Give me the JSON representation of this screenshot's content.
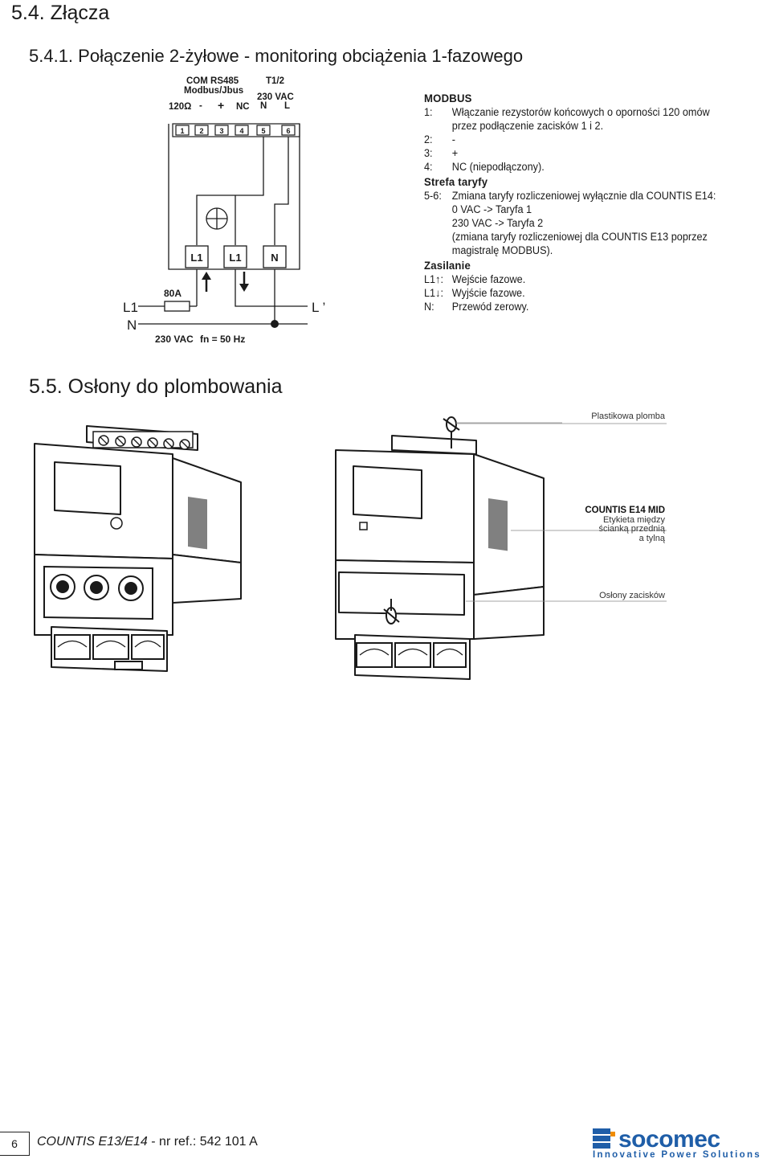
{
  "headings": {
    "h1": "5.4. Złącza",
    "h2": "5.4.1. Połączenie 2-żyłowe - monitoring obciążenia 1-fazowego",
    "h3": "5.5. Osłony do plombowania"
  },
  "diagram": {
    "com_label": "COM RS485",
    "modbus_label": "Modbus/Jbus",
    "t12_label": "T1/2",
    "vac_top": "230 VAC",
    "ohm": "120Ω",
    "minus": "-",
    "plus": "+",
    "nc": "NC",
    "n_small": "N",
    "l_small": "L",
    "terminals": [
      "1",
      "2",
      "3",
      "4",
      "5",
      "6"
    ],
    "l1_a": "L1",
    "l1_b": "L1",
    "n_box": "N",
    "fuse": "80A",
    "line_l1": "L1",
    "line_n": "N",
    "l_prime": "L ’",
    "vac_bottom": "230 VAC",
    "freq": "fn = 50 Hz"
  },
  "legend": {
    "modbus_title": "MODBUS",
    "m1_k": "1:",
    "m1_v": "Włączanie rezystorów końcowych o oporności 120 omów",
    "m1_v2": "przez podłączenie zacisków 1 i 2.",
    "m2_k": "2:",
    "m2_v": "-",
    "m3_k": "3:",
    "m3_v": "+",
    "m4_k": "4:",
    "m4_v": "NC (niepodłączony).",
    "tariff_title": "Strefa taryfy",
    "t_k": "5-6:",
    "t_v": "Zmiana taryfy rozliczeniowej wyłącznie dla COUNTIS E14:",
    "t_l2": "0 VAC -> Taryfa 1",
    "t_l3": "230 VAC -> Taryfa 2",
    "t_l4": "(zmiana taryfy rozliczeniowej dla COUNTIS E13 poprzez",
    "t_l5": "magistralę MODBUS).",
    "power_title": "Zasilanie",
    "p1_k": "L1↑:",
    "p1_v": "Wejście fazowe.",
    "p2_k": "L1↓:",
    "p2_v": "Wyjście fazowe.",
    "p3_k": "N:",
    "p3_v": "Przewód zerowy."
  },
  "callouts": {
    "seal": "Plastikowa plomba",
    "product": "COUNTIS E14 MID",
    "label1": "Etykieta między",
    "label2": "ścianką przednią",
    "label3": "a tylną",
    "covers": "Osłony zacisków"
  },
  "footer": {
    "page": "6",
    "product": "COUNTIS E13/E14",
    "ref": " - nr ref.: 542 101 A",
    "brand": "socomec",
    "tagline": "Innovative Power Solutions",
    "brand_color": "#1f5ea8",
    "bar_color": "#000000"
  }
}
